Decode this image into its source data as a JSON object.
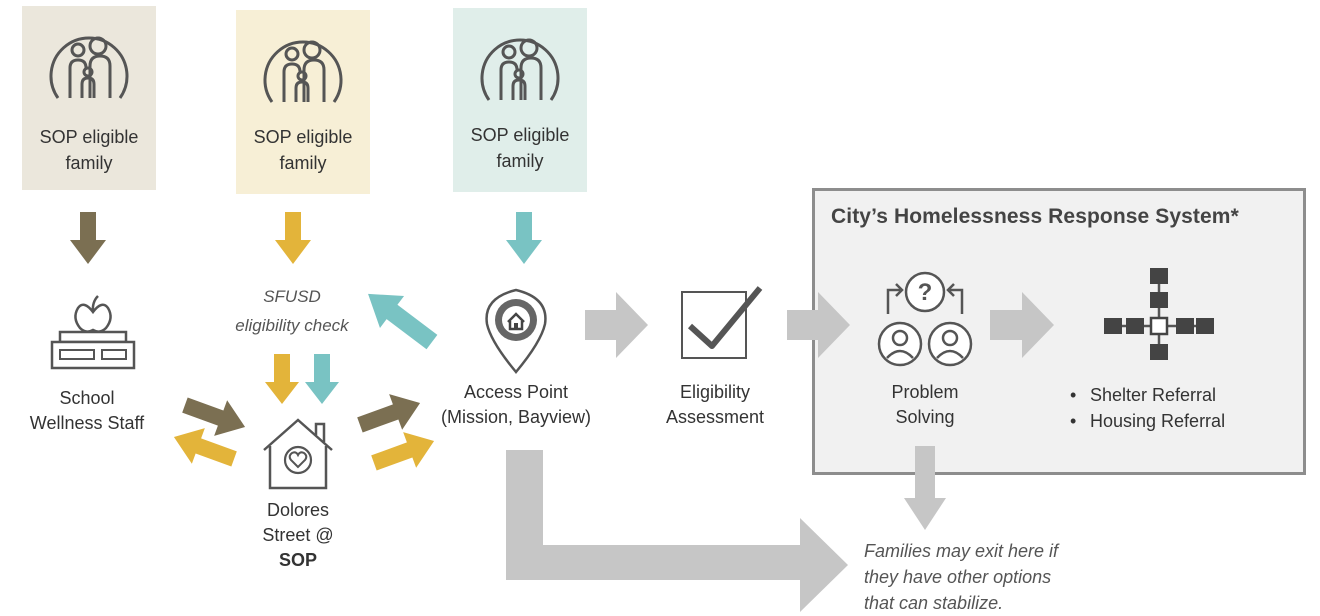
{
  "families": [
    {
      "label_line1": "SOP eligible",
      "label_line2": "family",
      "bg": "#ebe7dc"
    },
    {
      "label_line1": "SOP eligible",
      "label_line2": "family",
      "bg": "#f7efd6"
    },
    {
      "label_line1": "SOP eligible",
      "label_line2": "family",
      "bg": "#e0eeea"
    }
  ],
  "nodes": {
    "school": {
      "line1": "School",
      "line2": "Wellness Staff"
    },
    "sfusd": {
      "line1": "SFUSD",
      "line2": "eligibility check"
    },
    "dolores": {
      "line1": "Dolores",
      "line2": "Street @",
      "line3": "SOP"
    },
    "access": {
      "line1": "Access Point",
      "line2": "(Mission, Bayview)"
    },
    "eligibility": {
      "line1": "Eligibility",
      "line2": "Assessment"
    },
    "problem": {
      "line1": "Problem",
      "line2": "Solving"
    }
  },
  "system": {
    "title": "City’s Homelessness Response System*",
    "referrals": [
      "Shelter Referral",
      "Housing Referral"
    ]
  },
  "exit_note": {
    "line1": "Families may exit here if",
    "line2": "they have other options",
    "line3": "that can stabilize."
  },
  "colors": {
    "brown": "#7b6f52",
    "gold": "#e3b43a",
    "teal": "#79c3c3",
    "gray_arrow": "#c6c6c6",
    "icon": "#555555"
  }
}
